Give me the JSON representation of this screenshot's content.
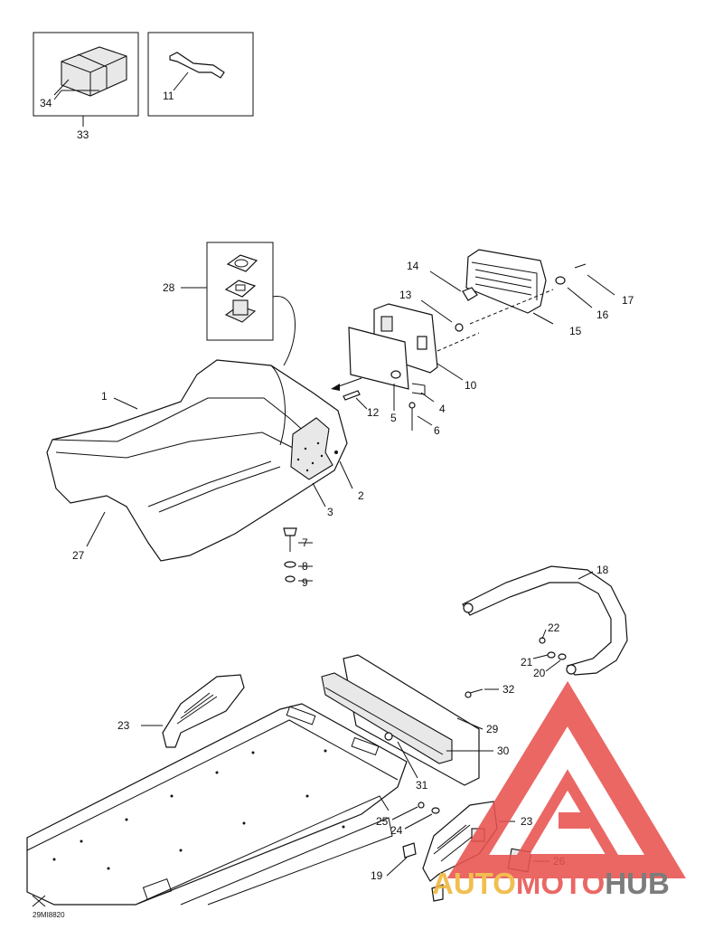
{
  "callouts": [
    {
      "id": "c34",
      "text": "34"
    },
    {
      "id": "c33",
      "text": "33"
    },
    {
      "id": "c11",
      "text": "11"
    },
    {
      "id": "c28",
      "text": "28"
    },
    {
      "id": "c14",
      "text": "14"
    },
    {
      "id": "c13",
      "text": "13"
    },
    {
      "id": "c17",
      "text": "17"
    },
    {
      "id": "c16",
      "text": "16"
    },
    {
      "id": "c15",
      "text": "15"
    },
    {
      "id": "c10",
      "text": "10"
    },
    {
      "id": "c1",
      "text": "1"
    },
    {
      "id": "c12",
      "text": "12"
    },
    {
      "id": "c5",
      "text": "5"
    },
    {
      "id": "c4",
      "text": "4"
    },
    {
      "id": "c6",
      "text": "6"
    },
    {
      "id": "c2",
      "text": "2"
    },
    {
      "id": "c3",
      "text": "3"
    },
    {
      "id": "c27",
      "text": "27"
    },
    {
      "id": "c7",
      "text": "7"
    },
    {
      "id": "c8",
      "text": "8"
    },
    {
      "id": "c9",
      "text": "9"
    },
    {
      "id": "c18",
      "text": "18"
    },
    {
      "id": "c22",
      "text": "22"
    },
    {
      "id": "c21",
      "text": "21"
    },
    {
      "id": "c20",
      "text": "20"
    },
    {
      "id": "c32",
      "text": "32"
    },
    {
      "id": "c23a",
      "text": "23"
    },
    {
      "id": "c29",
      "text": "29"
    },
    {
      "id": "c30",
      "text": "30"
    },
    {
      "id": "c31",
      "text": "31"
    },
    {
      "id": "c23b",
      "text": "23"
    },
    {
      "id": "c25",
      "text": "25"
    },
    {
      "id": "c24",
      "text": "24"
    },
    {
      "id": "c26",
      "text": "26"
    },
    {
      "id": "c19",
      "text": "19"
    }
  ],
  "drawing_code": "29MI8820",
  "watermark": {
    "part1": "AUTO",
    "part2": "MOTO",
    "part3": "HUB",
    "color_primary": "#e8534f",
    "color_secondary": "#f0b63a",
    "color_tertiary": "#6a6a6a"
  }
}
